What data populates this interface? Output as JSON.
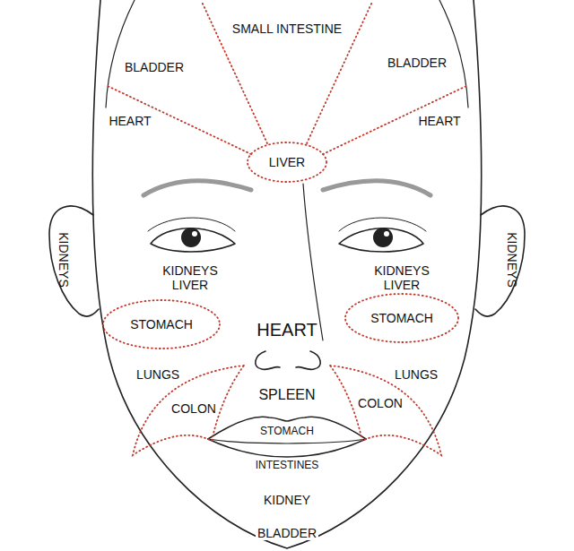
{
  "diagram": {
    "nodes": [
      {
        "text": [
          "LIVER"
        ]
      },
      {
        "text": [
          "STOMACH"
        ]
      },
      {
        "text": [
          "STOMACH"
        ]
      },
      {
        "text": [
          "COLON"
        ]
      },
      {
        "text": [
          "COLON"
        ]
      }
    ],
    "labels": [
      "SMALL INTESTINE",
      "BLADDER",
      "BLADDER",
      "HEART",
      "HEART",
      "KIDNEYS",
      "KIDNEYS",
      "KIDNEYS LIVER",
      "KIDNEYS LIVER",
      "HEART",
      "LUNGS",
      "LUNGS",
      "SPLEEN",
      "STOMACH",
      "INTESTINES",
      "KIDNEY",
      "BLADDER"
    ]
  }
}
